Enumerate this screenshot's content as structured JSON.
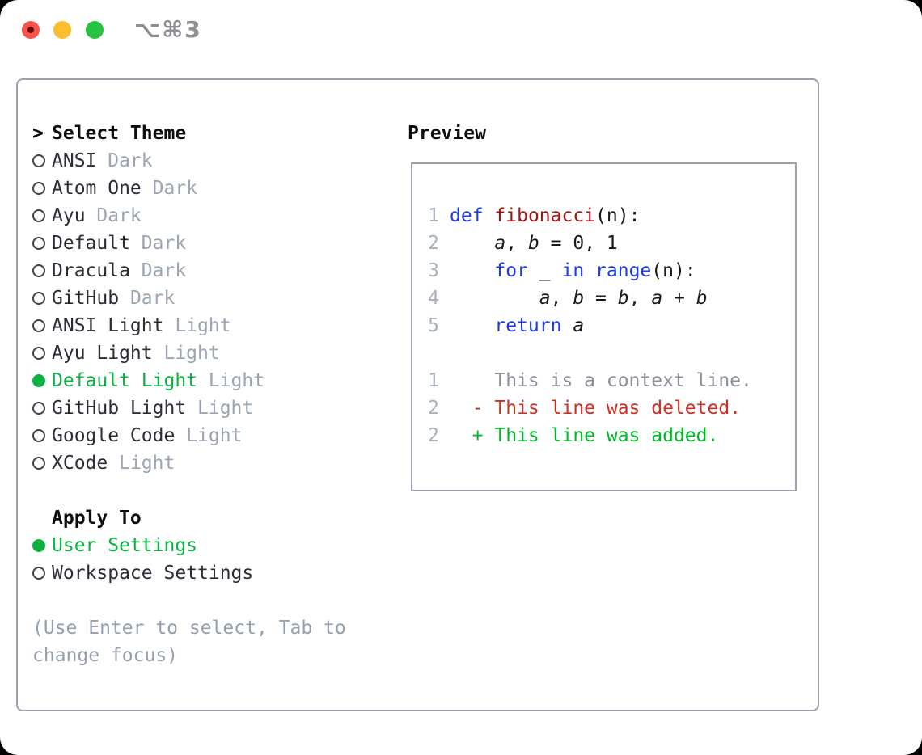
{
  "window": {
    "title": "⌥⌘3"
  },
  "traffic_lights": {
    "close_color": "#f9544b",
    "minimize_color": "#fcbd2e",
    "zoom_color": "#27c23f"
  },
  "theme_picker": {
    "header_prefix": ">",
    "header": "Select Theme",
    "items": [
      {
        "name": "ANSI",
        "tag": "Dark",
        "selected": false
      },
      {
        "name": "Atom One",
        "tag": "Dark",
        "selected": false
      },
      {
        "name": "Ayu",
        "tag": "Dark",
        "selected": false
      },
      {
        "name": "Default",
        "tag": "Dark",
        "selected": false
      },
      {
        "name": "Dracula",
        "tag": "Dark",
        "selected": false
      },
      {
        "name": "GitHub",
        "tag": "Dark",
        "selected": false
      },
      {
        "name": "ANSI Light",
        "tag": "Light",
        "selected": false
      },
      {
        "name": "Ayu Light",
        "tag": "Light",
        "selected": false
      },
      {
        "name": "Default Light",
        "tag": "Light",
        "selected": true
      },
      {
        "name": "GitHub Light",
        "tag": "Light",
        "selected": false
      },
      {
        "name": "Google Code",
        "tag": "Light",
        "selected": false
      },
      {
        "name": "XCode",
        "tag": "Light",
        "selected": false
      }
    ],
    "apply_to": {
      "header": "Apply To",
      "options": [
        {
          "name": "User Settings",
          "selected": true
        },
        {
          "name": "Workspace Settings",
          "selected": false
        }
      ]
    },
    "hint": "(Use Enter to select, Tab to change focus)"
  },
  "preview": {
    "header": "Preview",
    "lines": [
      {
        "num": "1",
        "tokens": [
          [
            "keyword",
            "def"
          ],
          [
            "plain",
            " "
          ],
          [
            "function",
            "fibonacci"
          ],
          [
            "plain",
            "(n):"
          ]
        ]
      },
      {
        "num": "2",
        "tokens": [
          [
            "plain",
            "    "
          ],
          [
            "var",
            "a"
          ],
          [
            "plain",
            ", "
          ],
          [
            "var",
            "b"
          ],
          [
            "plain",
            " = 0, 1"
          ]
        ]
      },
      {
        "num": "3",
        "tokens": [
          [
            "plain",
            "    "
          ],
          [
            "keyword",
            "for"
          ],
          [
            "plain",
            " _ "
          ],
          [
            "keyword",
            "in"
          ],
          [
            "plain",
            " "
          ],
          [
            "keyword",
            "range"
          ],
          [
            "plain",
            "(n):"
          ]
        ]
      },
      {
        "num": "4",
        "tokens": [
          [
            "plain",
            "        "
          ],
          [
            "var",
            "a"
          ],
          [
            "plain",
            ", "
          ],
          [
            "var",
            "b"
          ],
          [
            "plain",
            " = "
          ],
          [
            "var",
            "b"
          ],
          [
            "plain",
            ", "
          ],
          [
            "var",
            "a"
          ],
          [
            "plain",
            " + "
          ],
          [
            "var",
            "b"
          ]
        ]
      },
      {
        "num": "5",
        "tokens": [
          [
            "plain",
            "    "
          ],
          [
            "keyword",
            "return"
          ],
          [
            "plain",
            " "
          ],
          [
            "var",
            "a"
          ]
        ]
      },
      {
        "num": "",
        "tokens": []
      },
      {
        "num": "1",
        "tokens": [
          [
            "context",
            "    This is a context line."
          ]
        ]
      },
      {
        "num": "2",
        "tokens": [
          [
            "deleted",
            "  - This line was deleted."
          ]
        ]
      },
      {
        "num": "2",
        "tokens": [
          [
            "added",
            "  + This line was added."
          ]
        ]
      }
    ]
  },
  "colors": {
    "selection_green": "#0db342",
    "added_green": "#00b828",
    "deleted_red": "#cc3024",
    "keyword_blue": "#1c38ea",
    "function_red": "#a81312",
    "tag_gray": "#9aa4b2",
    "line_number_gray": "#a6b0bd",
    "border_gray": "#9aa2ae"
  }
}
